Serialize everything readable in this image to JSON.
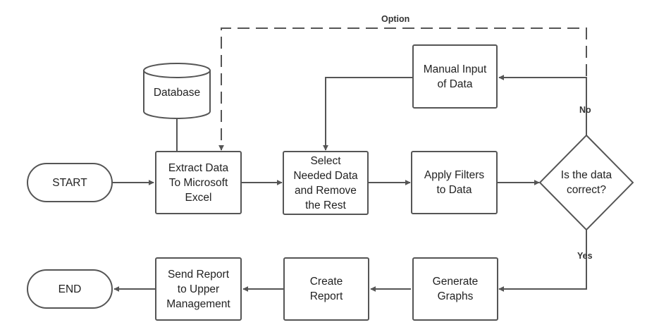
{
  "nodes": {
    "start": "START",
    "database": "Database",
    "extract": "Extract Data\nTo Microsoft\nExcel",
    "select": "Select\nNeeded Data\nand Remove\nthe Rest",
    "filters": "Apply Filters\nto Data",
    "decision": "Is the data\ncorrect?",
    "manual": "Manual Input\nof Data",
    "graphs": "Generate\nGraphs",
    "report": "Create\nReport",
    "send": "Send Report\nto Upper\nManagement",
    "end": "END"
  },
  "edge_labels": {
    "option": "Option",
    "no": "No",
    "yes": "Yes"
  },
  "colors": {
    "stroke": "#555555",
    "text": "#222222"
  }
}
